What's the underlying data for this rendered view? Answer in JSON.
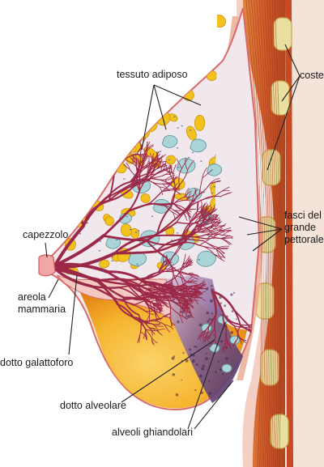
{
  "labels": {
    "tessuto_adiposo": "tessuto adiposo",
    "coste": "coste",
    "fasci_1": "fasci del",
    "fasci_2": "grande",
    "fasci_3": "pettorale",
    "capezzolo": "capezzolo",
    "areola_1": "areola",
    "areola_2": "mammaria",
    "dotto_galattoforo": "dotto galattoforo",
    "dotto_alveolare": "dotto alveolare",
    "alveoli_ghiandolari": "alveoli ghiandolari"
  },
  "colors": {
    "fat_yellow": "#f2c21c",
    "fat_outline": "#c48a0c",
    "skin_pink": "#f3cfc4",
    "skin_edge": "#d86a6a",
    "stroma": "#f1e8ee",
    "muscle": "#cf5a2a",
    "muscle_dark": "#9c3216",
    "rib": "#e8e0a4",
    "gland": "#9c2848",
    "alveolus": "#a9d5d8",
    "lower_fat_light": "#f7c84a",
    "lower_fat_dark": "#e78a16",
    "section": "#5a3a6e"
  }
}
